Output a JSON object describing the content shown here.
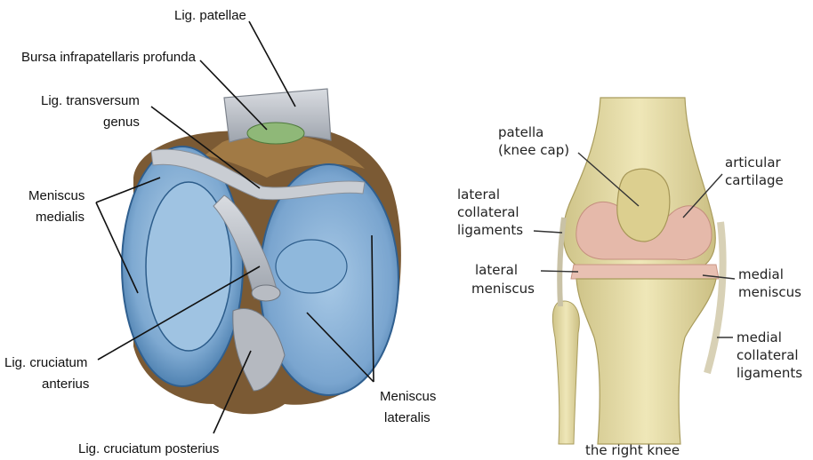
{
  "left_figure": {
    "labels": {
      "lig_patellae": "Lig. patellae",
      "bursa": "Bursa infrapatellaris profunda",
      "lig_transversum_1": "Lig. transversum",
      "lig_transversum_2": "genus",
      "meniscus_medialis_1": "Meniscus",
      "meniscus_medialis_2": "medialis",
      "lig_cruciatum_anterius_1": "Lig. cruciatum",
      "lig_cruciatum_anterius_2": "anterius",
      "meniscus_lateralis_1": "Meniscus",
      "meniscus_lateralis_2": "lateralis",
      "lig_cruciatum_posterius": "Lig. cruciatum posterius"
    }
  },
  "right_figure": {
    "labels": {
      "patella_1": "patella",
      "patella_2": "(knee cap)",
      "articular_1": "articular",
      "articular_2": "cartilage",
      "lateral_collateral_1": "lateral",
      "lateral_collateral_2": "collateral",
      "lateral_collateral_3": "ligaments",
      "lateral_meniscus_1": "lateral",
      "lateral_meniscus_2": "meniscus",
      "medial_meniscus_1": "medial",
      "medial_meniscus_2": "meniscus",
      "medial_collateral_1": "medial",
      "medial_collateral_2": "collateral",
      "medial_collateral_3": "ligaments"
    },
    "caption": "the right knee"
  },
  "colors": {
    "meniscus_blue": "#4f86b8",
    "tibia_blue": "#9fc3e0",
    "ligament_grey": "#c8ccd2",
    "fat_brown": "#8a6a3a",
    "bone_yellow": "#e8dfa6",
    "cartilage_pink": "#e2b3a6"
  }
}
